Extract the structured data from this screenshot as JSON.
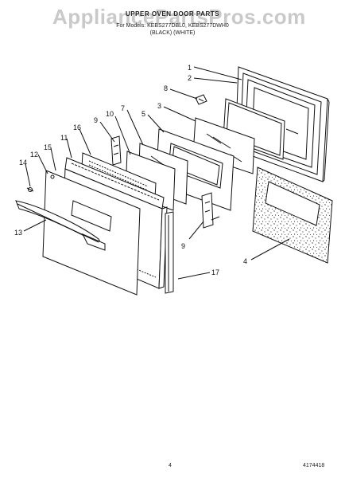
{
  "watermark": "AppliancePartsPros.com",
  "header": {
    "title": "UPPER OVEN DOOR PARTS",
    "models_line": "For Models: KEBS277DBL0, KEBS277DWH0",
    "colors_line": "(BLACK)          (WHITE)"
  },
  "callouts": [
    "1",
    "2",
    "3",
    "4",
    "5",
    "7",
    "8",
    "9",
    "9",
    "10",
    "11",
    "12",
    "13",
    "14",
    "15",
    "16",
    "17"
  ],
  "footer": {
    "page_number": "4",
    "document_number": "4174418"
  },
  "colors": {
    "line": "#111111",
    "watermark": "#b8b8b8"
  }
}
